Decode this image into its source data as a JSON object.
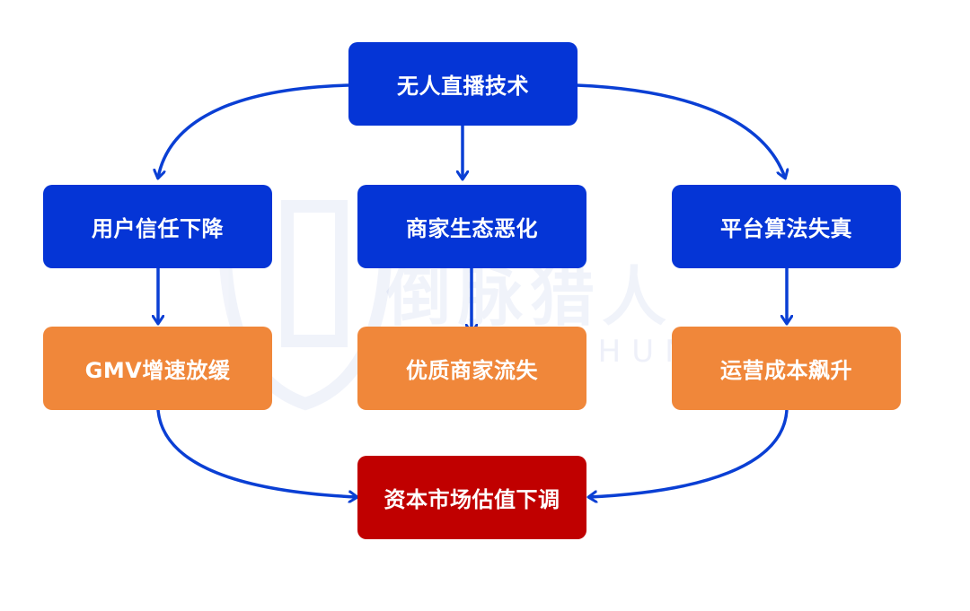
{
  "diagram": {
    "top": "无人直播技术",
    "level1": [
      "用户信任下降",
      "商家生态恶化",
      "平台算法失真"
    ],
    "level2": [
      "GMV增速放缓",
      "优质商家流失",
      "运营成本飙升"
    ],
    "bottom": "资本市场估值下调"
  },
  "watermark": {
    "cn": "倒脉猎人",
    "en": "THREAT HUNTER"
  },
  "colors": {
    "blue": "#0535d6",
    "orange": "#f0873a",
    "red": "#c00000",
    "arrow": "#0a3fd4"
  }
}
